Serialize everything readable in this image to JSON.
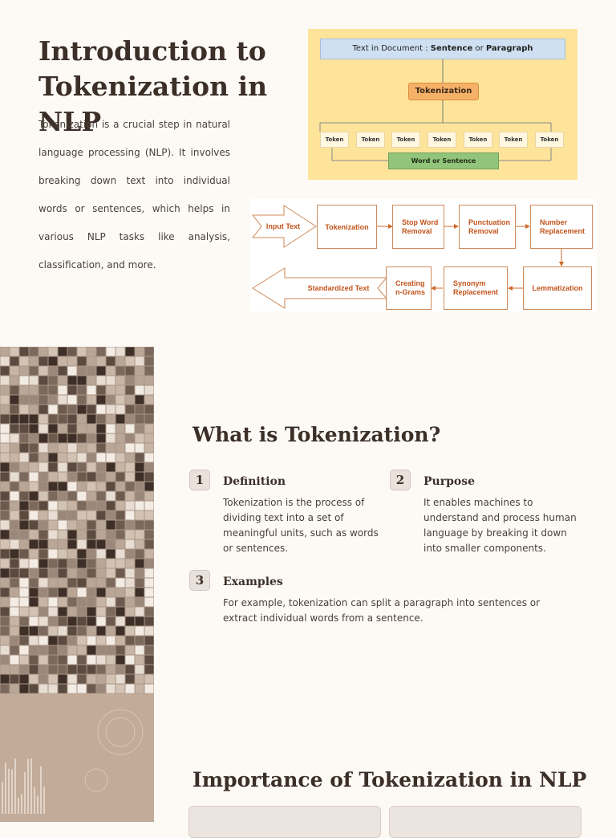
{
  "title": "Introduction to Tokenization in NLP",
  "intro": "Tokenization is a crucial step in natural language processing (NLP). It involves breaking down text into individual words or sentences, which helps in various NLP tasks like analysis, classification, and more.",
  "diagram1": {
    "top_prefix": "Text in Document :",
    "top_b1": "Sentence",
    "top_or": "or",
    "top_b2": "Paragraph",
    "process": "Tokenization",
    "tokens": [
      "Token",
      "Token",
      "Token",
      "Token",
      "Token",
      "Token",
      "Token"
    ],
    "bottom": "Word or Sentence"
  },
  "diagram2": {
    "input": "Input Text",
    "tokenization": "Tokenization",
    "stop_word": "Stop Word Removal",
    "punctuation": "Punctuation Removal",
    "number": "Number Replacement",
    "lemmatization": "Lemmatization",
    "synonym": "Synonym Replacement",
    "ngrams": "Creating n-Grams",
    "output": "Standardized Text"
  },
  "what": {
    "title": "What is Tokenization?",
    "items": [
      {
        "num": "1",
        "heading": "Definition",
        "text": "Tokenization is the process of dividing text into a set of meaningful units, such as words or sentences."
      },
      {
        "num": "2",
        "heading": "Purpose",
        "text": "It enables machines to understand and process human language by breaking it down into smaller components."
      },
      {
        "num": "3",
        "heading": "Examples",
        "text": "For example, tokenization can split a paragraph into sentences or extract individual words from a sentence."
      }
    ]
  },
  "importance_title": "Importance of Tokenization in NLP",
  "colors": {
    "background": "#fdfaf6",
    "heading": "#3b2f27",
    "diagram_yellow": "#fde49a",
    "flow_orange": "#c2541c"
  }
}
